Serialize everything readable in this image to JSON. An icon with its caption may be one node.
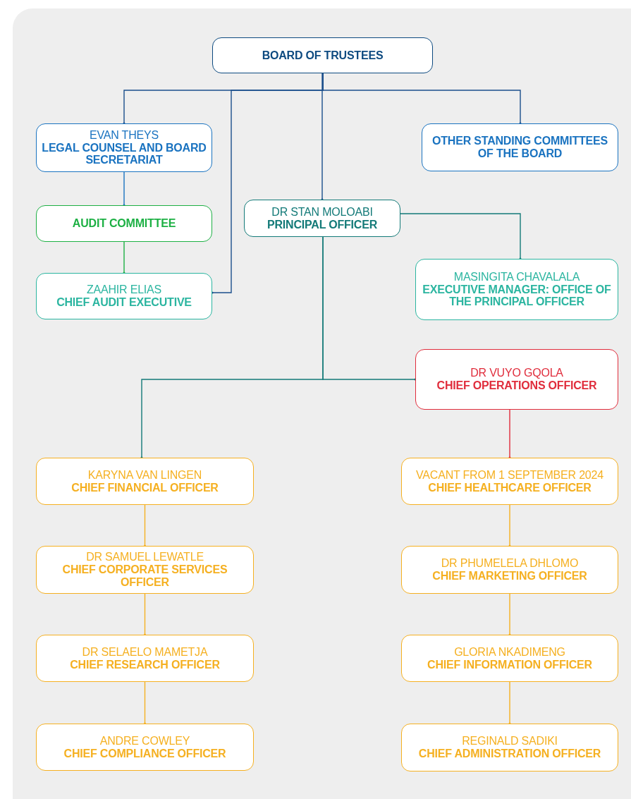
{
  "diagram": {
    "nodes": [
      {
        "text": [
          "BOARD OF TRUSTEES"
        ]
      },
      {
        "text": [
          "EVAN THEYS",
          "LEGAL COUNSEL AND BOARD SECRETARIAT"
        ]
      },
      {
        "text": [
          "OTHER STANDING COMMITTEES OF THE BOARD"
        ]
      },
      {
        "text": [
          "DR STAN MOLOABI",
          "PRINCIPAL OFFICER"
        ]
      },
      {
        "text": [
          "AUDIT COMMITTEE"
        ]
      },
      {
        "text": [
          "MASINGITA CHAVALALA",
          "EXECUTIVE MANAGER: OFFICE OF THE PRINCIPAL OFFICER"
        ]
      },
      {
        "text": [
          "ZAAHIR ELIAS",
          "CHIEF AUDIT EXECUTIVE"
        ]
      },
      {
        "text": [
          "DR VUYO GQOLA",
          "CHIEF OPERATIONS OFFICER"
        ]
      },
      {
        "text": [
          "KARYNA VAN LINGEN",
          "CHIEF FINANCIAL OFFICER"
        ]
      },
      {
        "text": [
          "VACANT FROM 1 SEPTEMBER 2024",
          "CHIEF HEALTHCARE OFFICER"
        ]
      },
      {
        "text": [
          "DR SAMUEL LEWATLE",
          "CHIEF CORPORATE SERVICES OFFICER"
        ]
      },
      {
        "text": [
          "DR PHUMELELA DHLOMO",
          "CHIEF MARKETING OFFICER"
        ]
      },
      {
        "text": [
          "DR SELAELO MAMETJA",
          "CHIEF RESEARCH OFFICER"
        ]
      },
      {
        "text": [
          "GLORIA NKADIMENG",
          "CHIEF INFORMATION OFFICER"
        ]
      },
      {
        "text": [
          "ANDRE COWLEY",
          "CHIEF COMPLIANCE OFFICER"
        ]
      },
      {
        "text": [
          "REGINALD SADIKI",
          "CHIEF ADMINISTRATION OFFICER"
        ]
      }
    ],
    "edges": [
      {
        "from": 0,
        "to": 1,
        "arrow": "other",
        "color": "#1b4f8c"
      },
      {
        "from": 0,
        "to": 6,
        "arrow": "other",
        "color": "#1b4f8c"
      },
      {
        "from": 0,
        "to": 3,
        "arrow": "other",
        "color": "#1b4f8c"
      },
      {
        "from": 0,
        "to": 2,
        "arrow": "other",
        "color": "#1b4f8c"
      },
      {
        "from": 1,
        "to": 4,
        "arrow": "other",
        "color": "#1a73c0"
      },
      {
        "from": 4,
        "to": 6,
        "arrow": "other",
        "color": "#1db044"
      },
      {
        "from": 3,
        "to": 5,
        "arrow": "other",
        "color": "#137a78"
      },
      {
        "from": 3,
        "to": 8,
        "arrow": "other",
        "color": "#137a78"
      },
      {
        "from": 3,
        "to": 7,
        "arrow": "other",
        "color": "#137a78"
      },
      {
        "from": 7,
        "to": 9,
        "arrow": "other",
        "color": "#e02d3c"
      },
      {
        "from": 8,
        "to": 10,
        "arrow": "other"
      },
      {
        "from": 10,
        "to": 12,
        "arrow": "other"
      },
      {
        "from": 12,
        "to": 14,
        "arrow": "other"
      },
      {
        "from": 9,
        "to": 11,
        "arrow": "other"
      },
      {
        "from": 11,
        "to": 13,
        "arrow": "other"
      },
      {
        "from": 13,
        "to": 15,
        "arrow": "other"
      }
    ]
  }
}
